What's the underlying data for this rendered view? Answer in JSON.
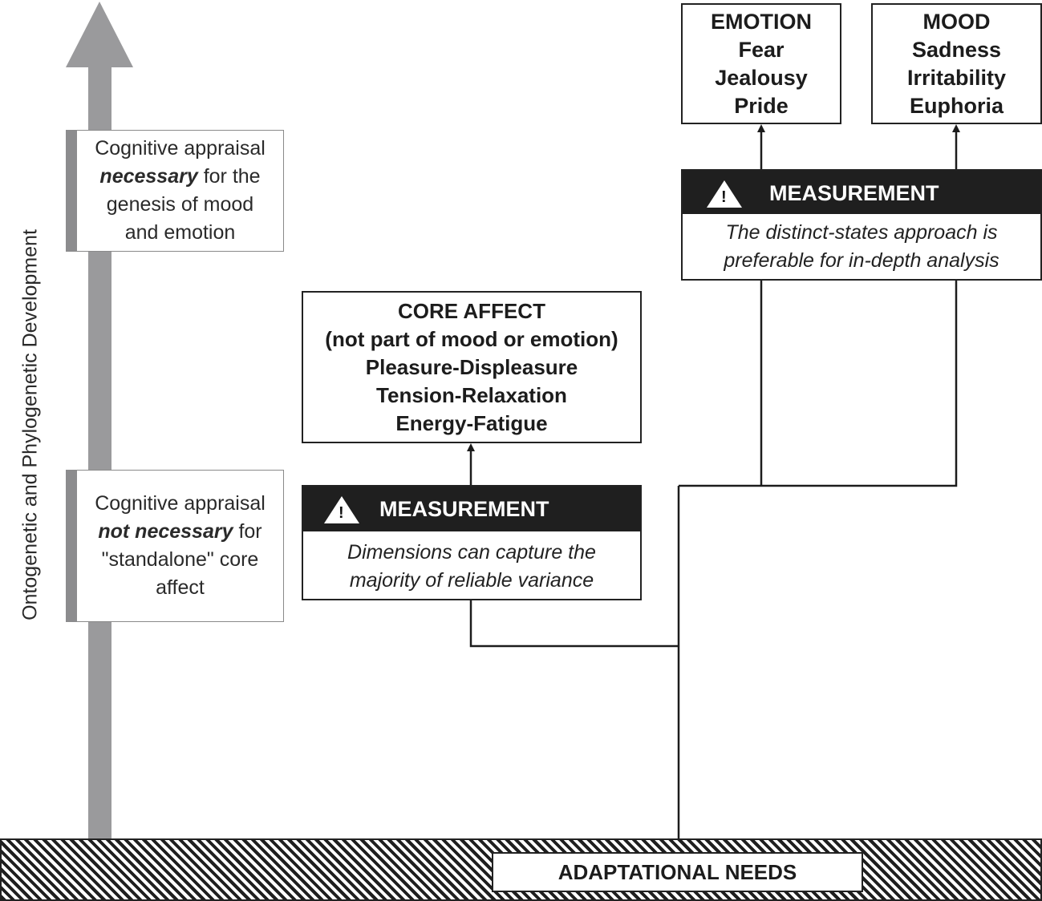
{
  "axis": {
    "label": "Ontogenetic and Phylogenetic Development"
  },
  "appraisal_notes": {
    "upper": {
      "line1": "Cognitive appraisal",
      "emphasis": "necessary",
      "line2_rest": " for the",
      "line3": "genesis of mood",
      "line4": "and emotion"
    },
    "lower": {
      "line1": "Cognitive appraisal",
      "emphasis": "not necessary",
      "line2_rest": " for",
      "line3": "\"standalone\" core",
      "line4": "affect"
    }
  },
  "core_affect": {
    "title": "CORE AFFECT",
    "subtitle": "(not part of mood or emotion)",
    "dimensions": [
      "Pleasure-Displeasure",
      "Tension-Relaxation",
      "Energy-Fatigue"
    ]
  },
  "emotion": {
    "title": "EMOTION",
    "items": [
      "Fear",
      "Jealousy",
      "Pride"
    ]
  },
  "mood": {
    "title": "MOOD",
    "items": [
      "Sadness",
      "Irritability",
      "Euphoria"
    ]
  },
  "measurement_core": {
    "title": "MEASUREMENT",
    "icon": "warning-icon",
    "text_line1": "Dimensions can capture the",
    "text_line2": "majority of reliable variance"
  },
  "measurement_states": {
    "title": "MEASUREMENT",
    "icon": "warning-icon",
    "text_line1": "The distinct-states approach is",
    "text_line2": "preferable for in-depth analysis"
  },
  "base": {
    "label": "ADAPTATIONAL NEEDS"
  },
  "colors": {
    "arrow": "#9a9a9c",
    "header_bar": "#1f1f1f",
    "line": "#1c1c1c"
  }
}
